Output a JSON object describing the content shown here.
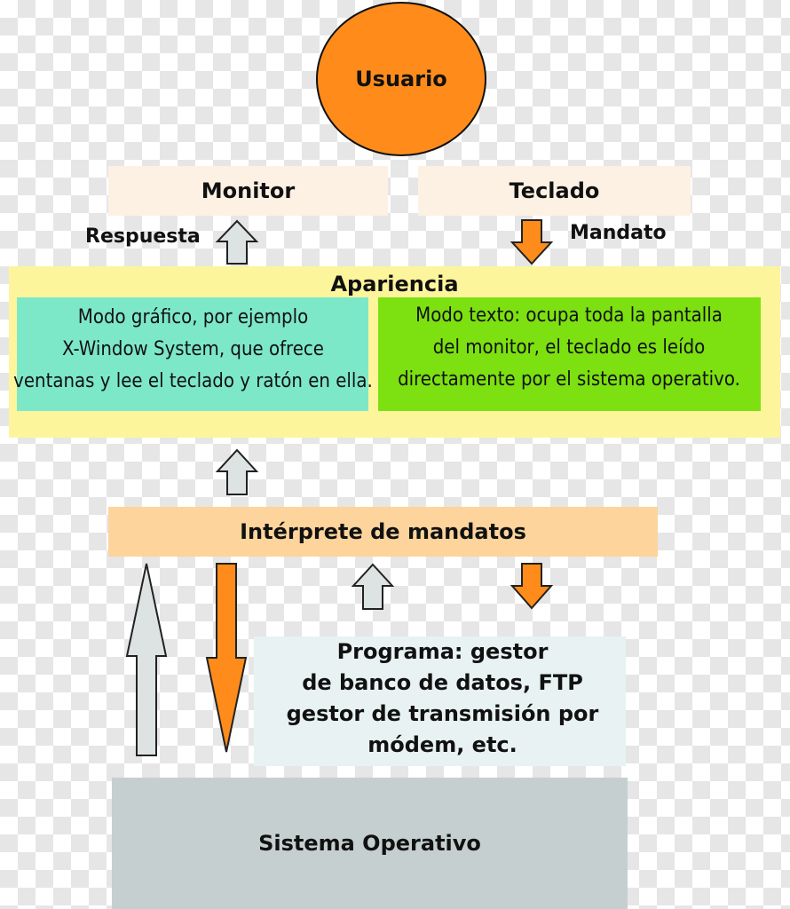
{
  "diagram": {
    "user_node": "Usuario",
    "monitor": "Monitor",
    "keyboard": "Teclado",
    "response_label": "Respuesta",
    "command_label": "Mandato",
    "appearance": {
      "title": "Apariencia",
      "graphic_mode": "Modo gráfico, por ejemplo\nX-Window System, que ofrece\nventanas y lee el teclado y ratón en ella.",
      "text_mode": "Modo texto: ocupa toda la pantalla\ndel monitor, el teclado es leído\ndirectamente por el sistema operativo."
    },
    "interpreter": "Intérprete de mandatos",
    "program": "Programa: gestor\nde banco de datos, FTP\ngestor de transmisión por\nmódem, etc.",
    "operating_system": "Sistema Operativo"
  },
  "colors": {
    "user_fill": "#ff8c1a",
    "io_box_fill": "#fdf1e4",
    "appearance_fill": "#fdf59c",
    "graphic_mode_fill": "#7de8c8",
    "text_mode_fill": "#7de010",
    "interpreter_fill": "#fdd49c",
    "program_fill": "#e8f2f2",
    "os_fill": "#c6cfcf",
    "down_arrow": "#ff8c1a",
    "up_arrow": "#dde3e3"
  }
}
